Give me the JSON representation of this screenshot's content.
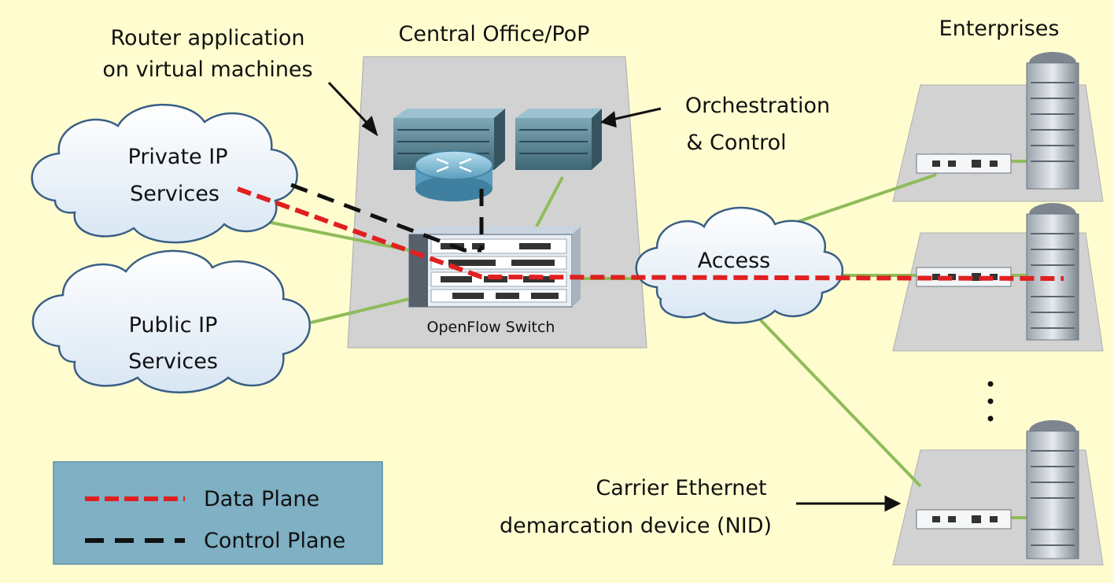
{
  "labels": {
    "router_app_line1": "Router application",
    "router_app_line2": "on virtual machines",
    "central_office": "Central Office/PoP",
    "enterprises": "Enterprises",
    "orchestration_line1": "Orchestration",
    "orchestration_line2": "& Control",
    "private_ip_line1": "Private IP",
    "private_ip_line2": "Services",
    "public_ip_line1": "Public IP",
    "public_ip_line2": "Services",
    "access": "Access",
    "openflow_switch": "OpenFlow Switch",
    "nid_line1": "Carrier Ethernet",
    "nid_line2": "demarcation device (NID)"
  },
  "legend": {
    "data_plane": "Data Plane",
    "control_plane": "Control Plane"
  },
  "colors": {
    "background": "#fffdd0",
    "data_plane": "#e02020",
    "control_plane": "#111111",
    "link": "#8fbc5a",
    "legend_box": "#7fb0c4"
  }
}
